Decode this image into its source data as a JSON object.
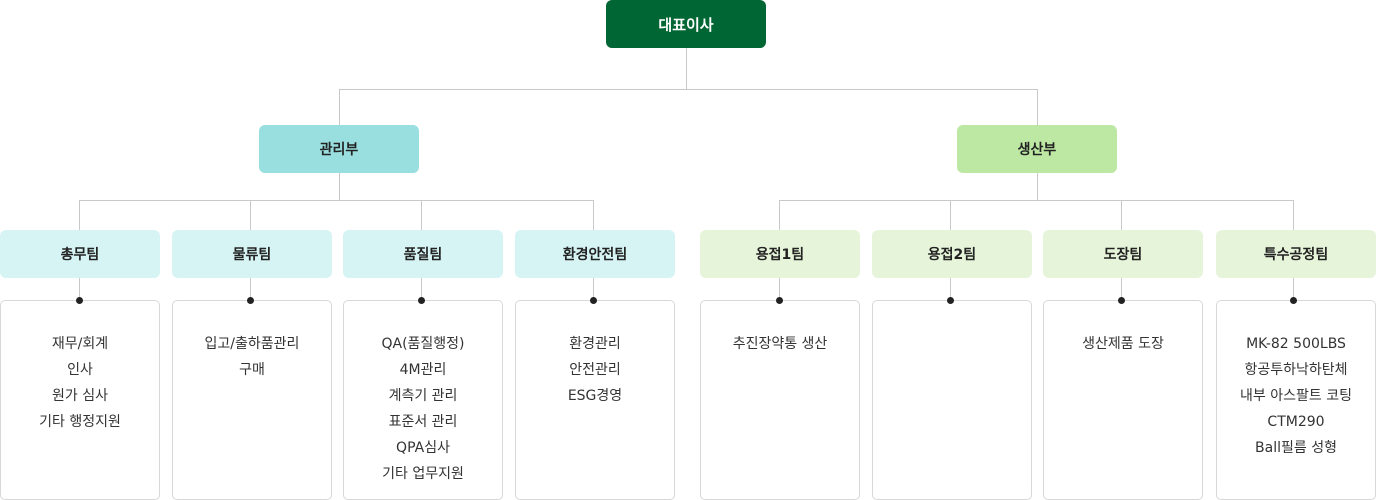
{
  "ceo": {
    "label": "대표이사"
  },
  "divisions": [
    {
      "label": "관리부"
    },
    {
      "label": "생산부"
    }
  ],
  "teams": [
    {
      "label": "총무팀",
      "duties": [
        "재무/회계",
        "인사",
        "원가 심사",
        "기타 행정지원"
      ]
    },
    {
      "label": "물류팀",
      "duties": [
        "입고/출하품관리",
        "구매"
      ]
    },
    {
      "label": "품질팀",
      "duties": [
        "QA(품질행정)",
        "4M관리",
        "계측기 관리",
        "표준서 관리",
        "QPA심사",
        "기타 업무지원"
      ]
    },
    {
      "label": "환경안전팀",
      "duties": [
        "환경관리",
        "안전관리",
        "ESG경영"
      ]
    },
    {
      "label": "용접1팀",
      "duties": [
        "추진장약통 생산"
      ]
    },
    {
      "label": "용접2팀",
      "duties": []
    },
    {
      "label": "도장팀",
      "duties": [
        "생산제품 도장"
      ]
    },
    {
      "label": "특수공정팀",
      "duties": [
        "MK-82 500LBS",
        "항공투하낙하탄체",
        "내부 아스팔트 코팅",
        "CTM290",
        "Ball필름 성형"
      ]
    }
  ],
  "colors": {
    "ceo": "#006633",
    "management_division": "#9adfdf",
    "production_division": "#bde8a4",
    "management_team": "#d6f4f4",
    "production_team": "#e6f5d9"
  }
}
